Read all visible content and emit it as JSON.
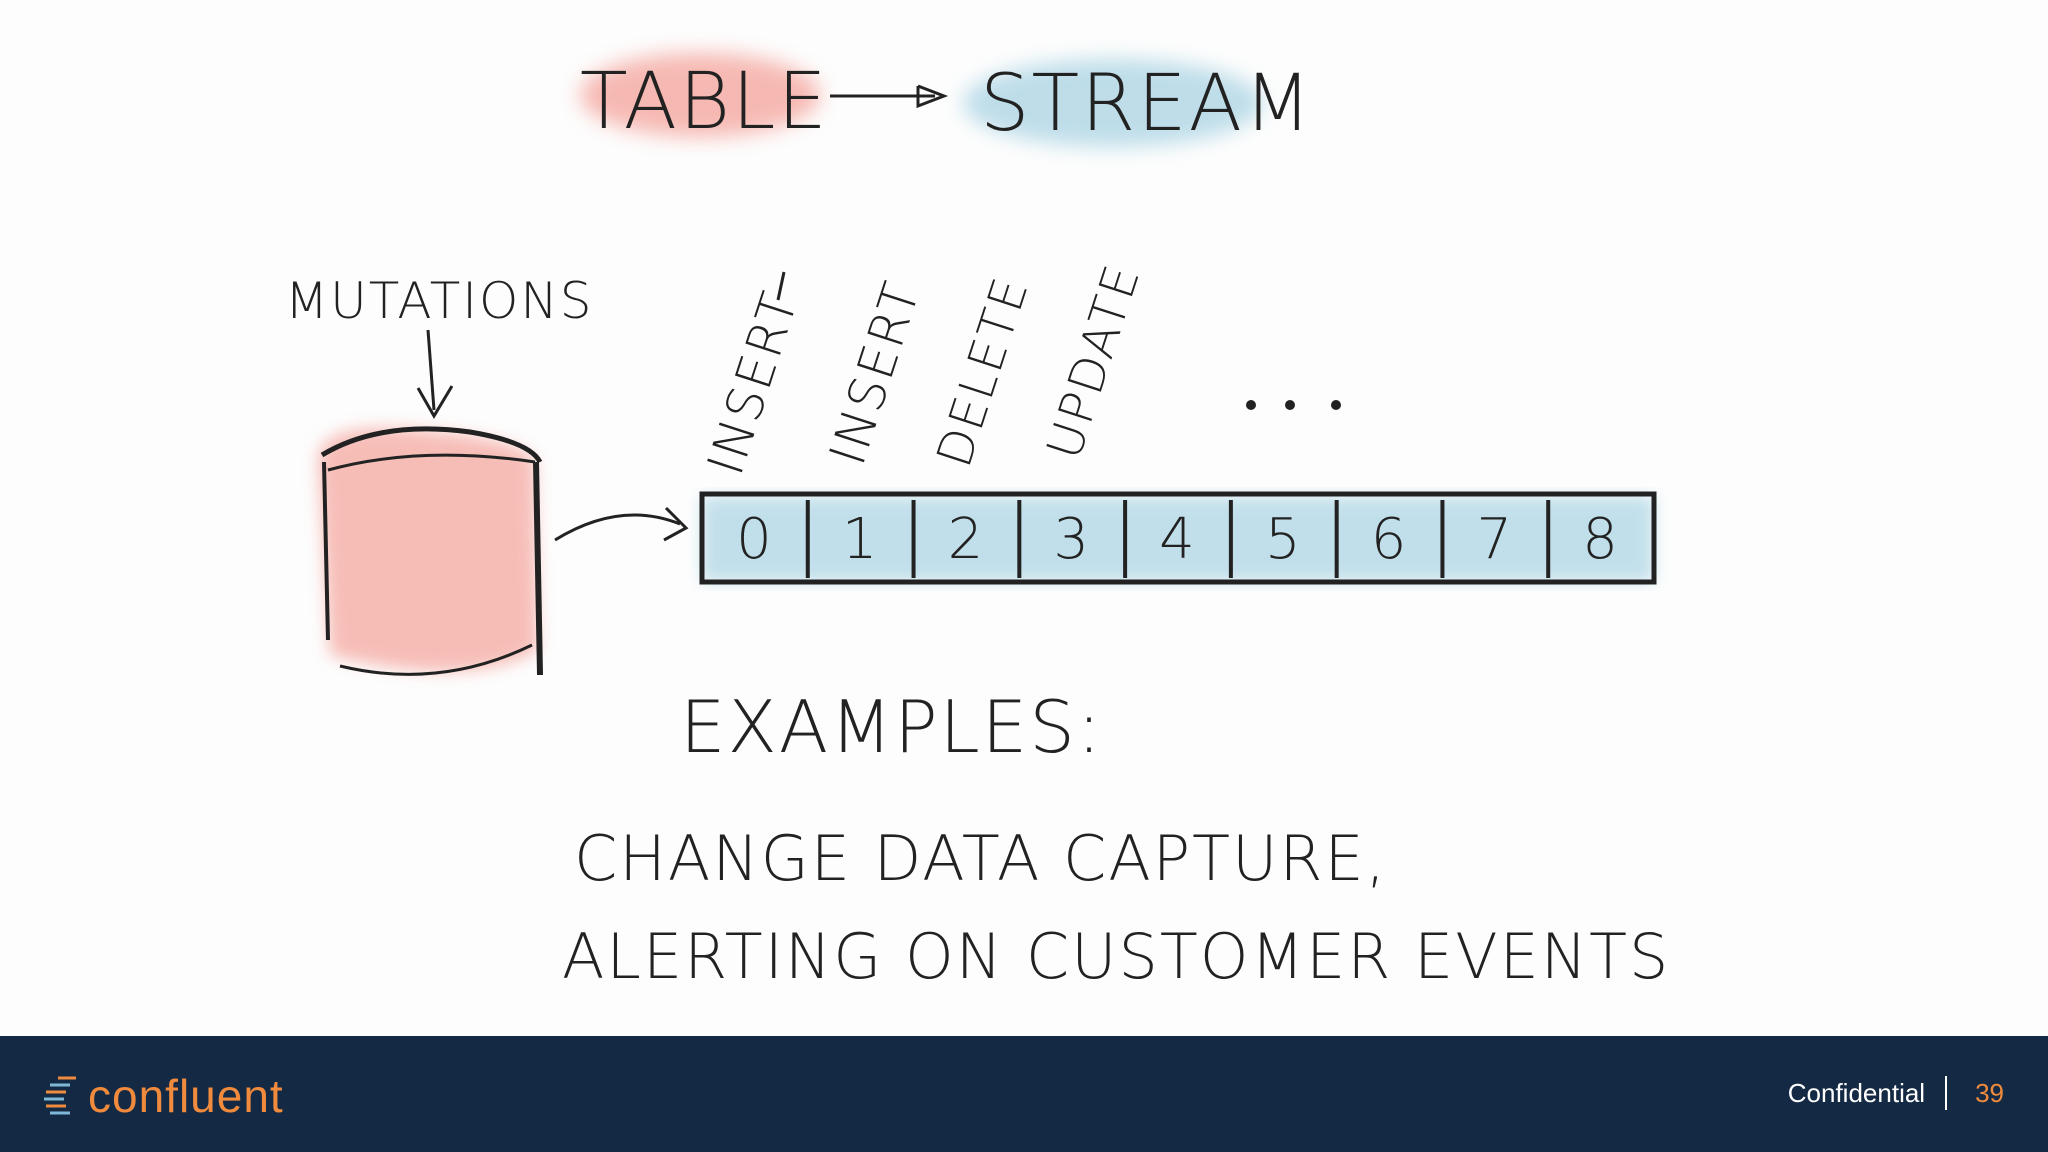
{
  "title": {
    "left": "TABLE",
    "right": "STREAM"
  },
  "mutations_label": "MUTATIONS",
  "operations": [
    "INSERT",
    "INSERT",
    "DELETE",
    "UPDATE"
  ],
  "ellipsis": "...",
  "stream_cells": [
    "0",
    "1",
    "2",
    "3",
    "4",
    "5",
    "6",
    "7",
    "8"
  ],
  "examples": {
    "heading": "EXAMPLES:",
    "line1": "CHANGE DATA CAPTURE,",
    "line2": "ALERTING ON CUSTOMER EVENTS"
  },
  "footer": {
    "brand": "confluent",
    "confidential": "Confidential",
    "page_number": "39"
  },
  "colors": {
    "table_highlight": "#f4a29a",
    "stream_highlight": "#a9d3e3",
    "footer_bg": "#142a44",
    "brand_orange": "#f08a3c"
  }
}
